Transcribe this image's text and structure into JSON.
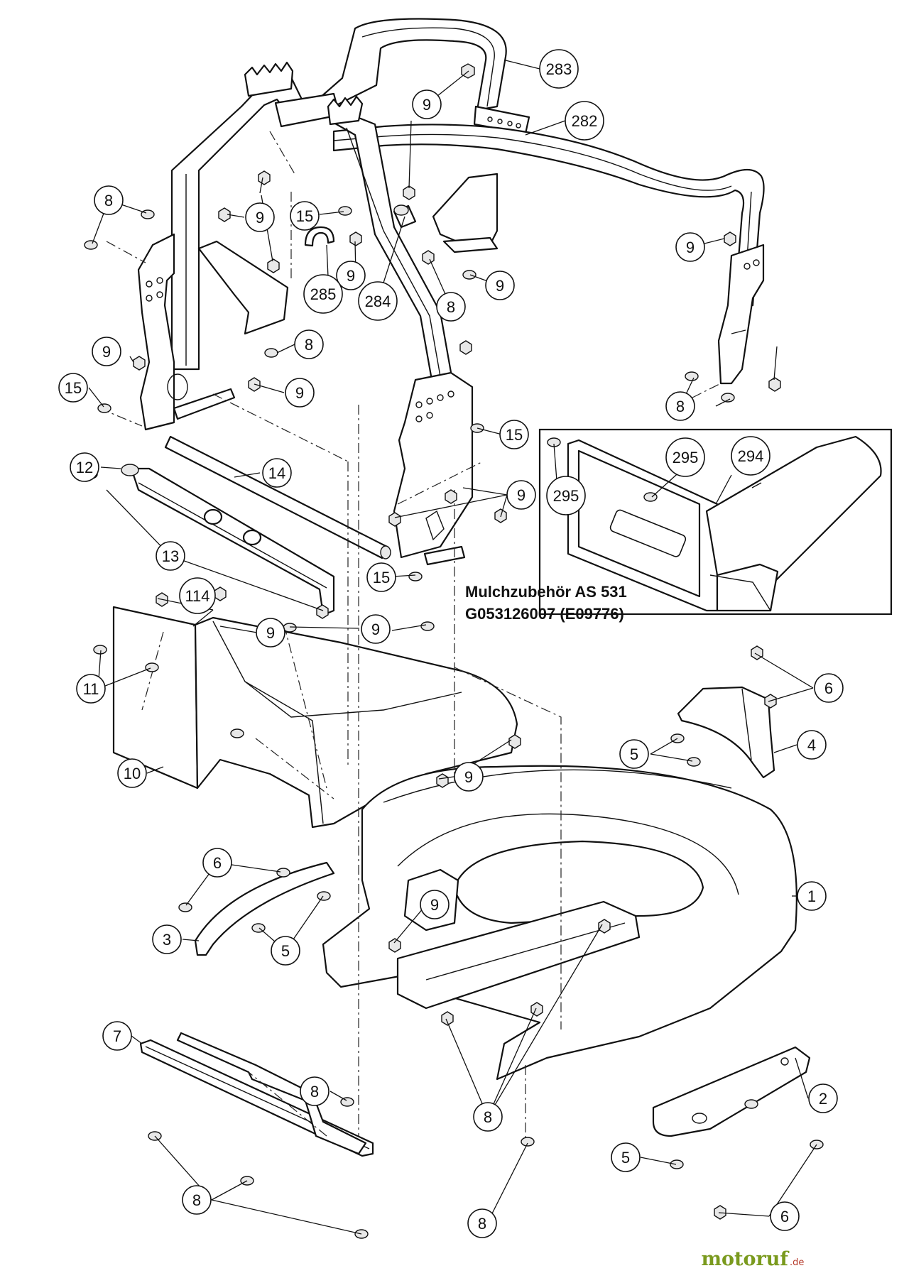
{
  "inset": {
    "title_line1": "Mulchzubehör AS 531",
    "title_line2": "G053126007 (E09776)"
  },
  "watermark": {
    "brand_main": "motoruf",
    "brand_tld": ".de",
    "accent_color": "#7a9a1e"
  },
  "callouts": [
    {
      "label": "283"
    },
    {
      "label": "9"
    },
    {
      "label": "282"
    },
    {
      "label": "8"
    },
    {
      "label": "9"
    },
    {
      "label": "15"
    },
    {
      "label": "9"
    },
    {
      "label": "9"
    },
    {
      "label": "285"
    },
    {
      "label": "284"
    },
    {
      "label": "8"
    },
    {
      "label": "9"
    },
    {
      "label": "8"
    },
    {
      "label": "9"
    },
    {
      "label": "9"
    },
    {
      "label": "9"
    },
    {
      "label": "15"
    },
    {
      "label": "8"
    },
    {
      "label": "15"
    },
    {
      "label": "295"
    },
    {
      "label": "294"
    },
    {
      "label": "295"
    },
    {
      "label": "12"
    },
    {
      "label": "14"
    },
    {
      "label": "9"
    },
    {
      "label": "13"
    },
    {
      "label": "15"
    },
    {
      "label": "114"
    },
    {
      "label": "9"
    },
    {
      "label": "9"
    },
    {
      "label": "11"
    },
    {
      "label": "6"
    },
    {
      "label": "4"
    },
    {
      "label": "5"
    },
    {
      "label": "10"
    },
    {
      "label": "9"
    },
    {
      "label": "6"
    },
    {
      "label": "1"
    },
    {
      "label": "9"
    },
    {
      "label": "3"
    },
    {
      "label": "5"
    },
    {
      "label": "7"
    },
    {
      "label": "8"
    },
    {
      "label": "8"
    },
    {
      "label": "2"
    },
    {
      "label": "5"
    },
    {
      "label": "8"
    },
    {
      "label": "8"
    },
    {
      "label": "6"
    }
  ]
}
